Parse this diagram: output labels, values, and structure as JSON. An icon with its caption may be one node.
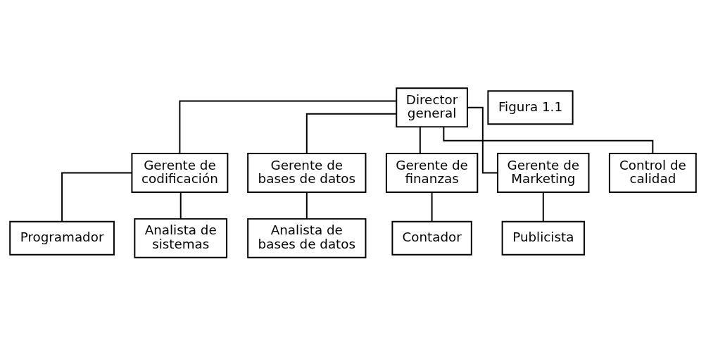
{
  "diagram": {
    "nodes": [
      {
        "text": [
          "Director general"
        ]
      },
      {
        "text": [
          "Gerente de codificación"
        ]
      },
      {
        "text": [
          "Gerente de bases de datos"
        ]
      },
      {
        "text": [
          "Gerente de finanzas"
        ]
      },
      {
        "text": [
          "Gerente de Marketing"
        ]
      },
      {
        "text": [
          "Control de calidad"
        ]
      },
      {
        "text": [
          "Programador"
        ]
      },
      {
        "text": [
          "Analista de sistemas"
        ]
      },
      {
        "text": [
          "Analista de bases de datos"
        ]
      },
      {
        "text": [
          "Contador"
        ]
      },
      {
        "text": [
          "Publicista"
        ]
      },
      {
        "text": [
          "Figura 1.1"
        ]
      }
    ],
    "edges": [
      {
        "from": 0,
        "to": 1,
        "arrow": "none"
      },
      {
        "from": 0,
        "to": 2,
        "arrow": "none"
      },
      {
        "from": 0,
        "to": 3,
        "arrow": "none"
      },
      {
        "from": 0,
        "to": 4,
        "arrow": "none"
      },
      {
        "from": 0,
        "to": 5,
        "arrow": "none"
      },
      {
        "from": 1,
        "to": 6,
        "arrow": "none"
      },
      {
        "from": 1,
        "to": 7,
        "arrow": "none"
      },
      {
        "from": 2,
        "to": 8,
        "arrow": "none"
      },
      {
        "from": 3,
        "to": 9,
        "arrow": "none"
      },
      {
        "from": 4,
        "to": 10,
        "arrow": "none"
      }
    ]
  }
}
